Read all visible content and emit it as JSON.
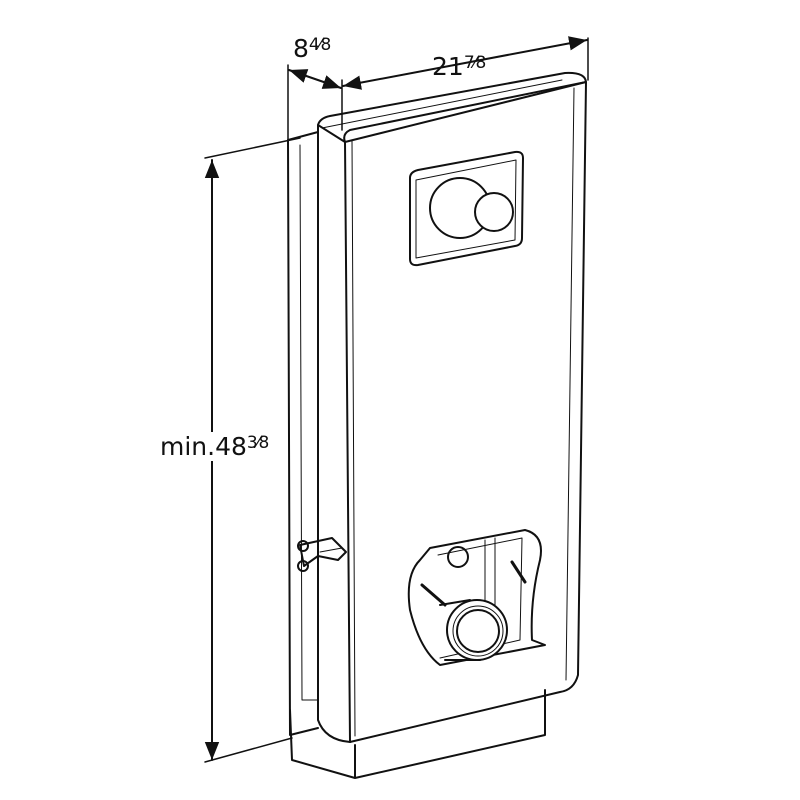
{
  "dimensions": {
    "depth": {
      "whole": "8",
      "fraction": "4⁄8"
    },
    "width": {
      "whole": "21",
      "fraction": "7⁄8"
    },
    "height": {
      "prefix": "min.",
      "whole": "48",
      "fraction": "3⁄8"
    }
  },
  "colors": {
    "line": "#111111",
    "background": "#ffffff"
  }
}
